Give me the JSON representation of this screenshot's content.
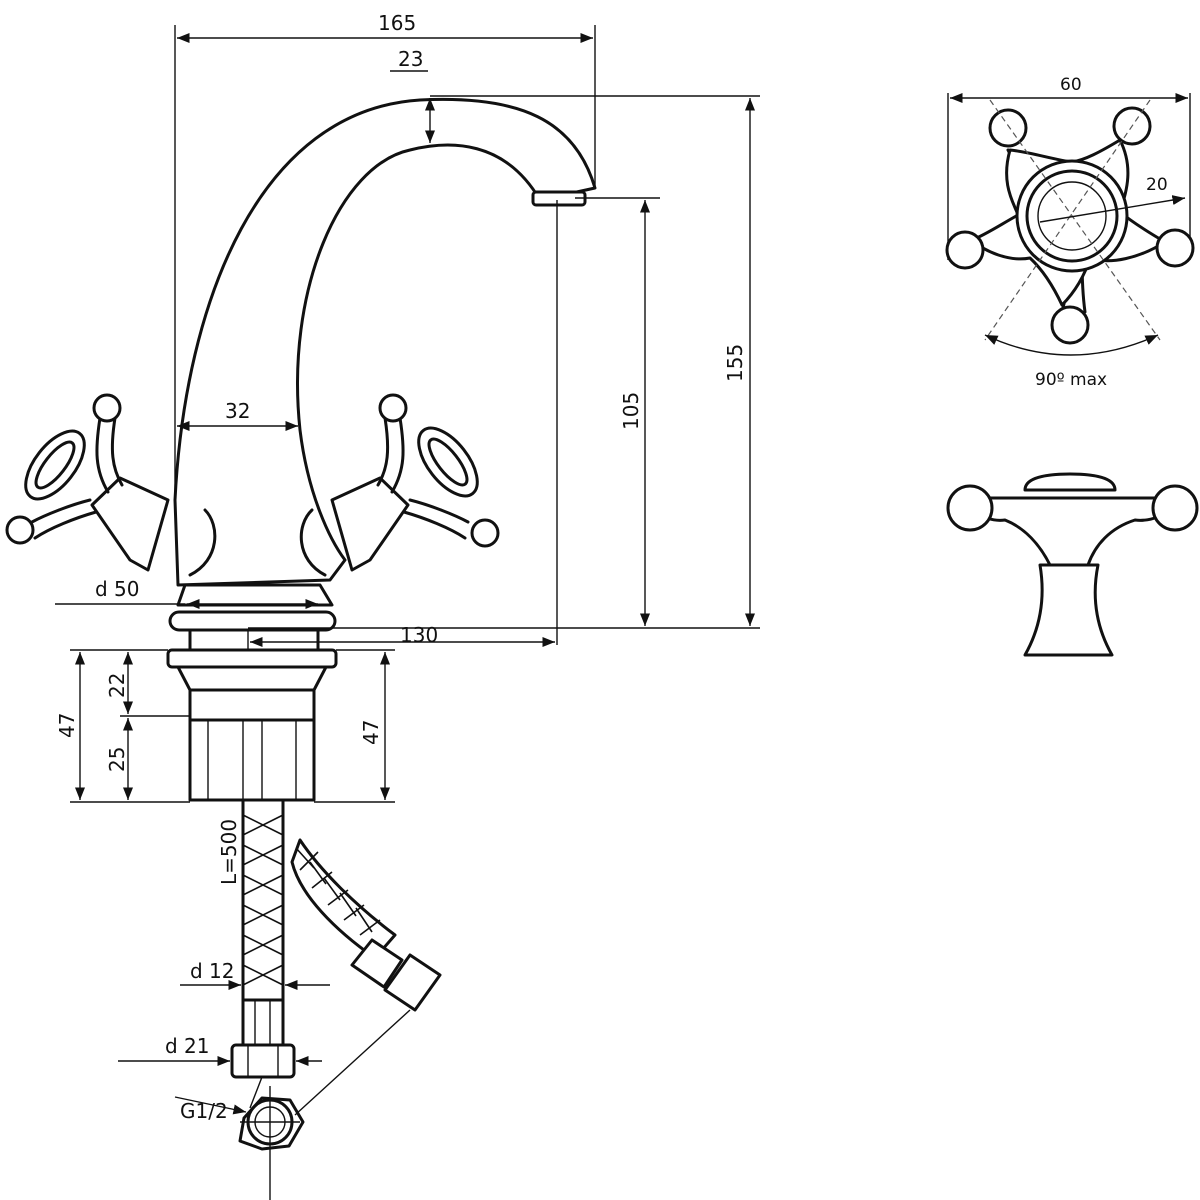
{
  "dimensions": {
    "spout_reach": "165",
    "spout_thickness": "23",
    "total_height": "155",
    "spout_height": "105",
    "base_width": "32",
    "base_diameter": "d 50",
    "spout_projection": "130",
    "shank_upper": "22",
    "shank_lower": "25",
    "shank_total_left": "47",
    "shank_total_right": "47",
    "hose_length": "L=500",
    "hose_diameter": "d 12",
    "nut_diameter": "d 21",
    "thread": "G1/2"
  },
  "handle_top_view": {
    "width": "60",
    "cap_diameter": "20",
    "rotation": "90º max"
  }
}
